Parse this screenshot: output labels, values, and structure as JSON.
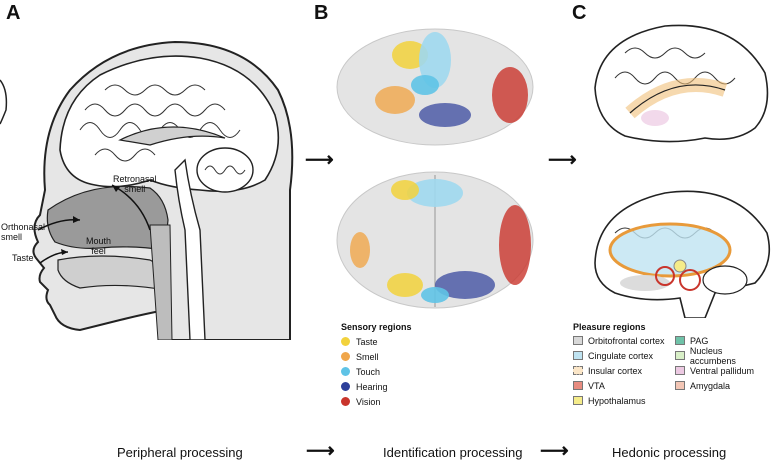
{
  "panels": {
    "a": {
      "letter": "A",
      "caption": "Peripheral processing",
      "labels": {
        "retronasal": "Retronasal\nsmell",
        "orthonasal": "Orthonasal\nsmell",
        "mouth_feel": "Mouth\nfeel",
        "taste": "Taste"
      }
    },
    "b": {
      "letter": "B",
      "caption": "Identification processing"
    },
    "c": {
      "letter": "C",
      "caption": "Hedonic processing"
    }
  },
  "sensory_legend": {
    "title": "Sensory regions",
    "items": [
      {
        "label": "Taste",
        "color": "#f2d23c"
      },
      {
        "label": "Smell",
        "color": "#f0a64a"
      },
      {
        "label": "Touch",
        "color": "#5fc3e6"
      },
      {
        "label": "Hearing",
        "color": "#2d3f9a"
      },
      {
        "label": "Vision",
        "color": "#c9352c"
      }
    ]
  },
  "pleasure_legend": {
    "title": "Pleasure regions",
    "col1": [
      {
        "label": "Orbitofrontal cortex",
        "color": "#d8d8d8"
      },
      {
        "label": "Cingulate cortex",
        "color": "#bfe3f1"
      },
      {
        "label": "Insular cortex",
        "color": "#fbe6c8"
      },
      {
        "label": "VTA",
        "color": "#e88c80"
      },
      {
        "label": "Hypothalamus",
        "color": "#f5ec8a"
      }
    ],
    "col2": [
      {
        "label": "PAG",
        "color": "#6fc2a8"
      },
      {
        "label": "Nucleus accumbens",
        "color": "#d9f0c8"
      },
      {
        "label": "Ventral pallidum",
        "color": "#ecc9e2"
      },
      {
        "label": "Amygdala",
        "color": "#f3c6b5"
      }
    ]
  }
}
